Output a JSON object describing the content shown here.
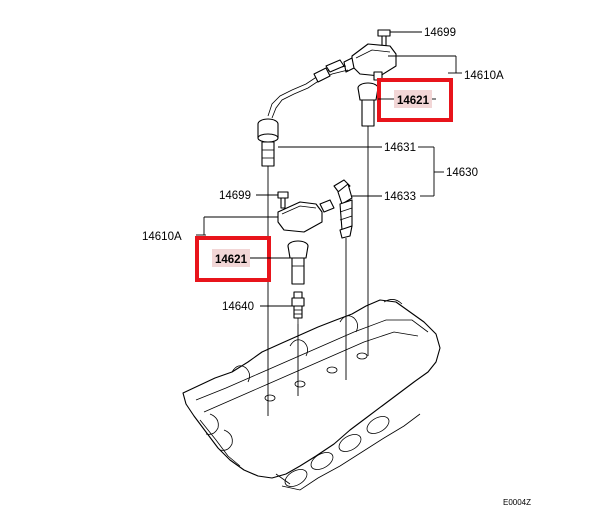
{
  "labels": {
    "bolt_top": "14699",
    "coil_top": "14610A",
    "boot_top": "14621",
    "cable_upper": "14631",
    "cable_assembly": "14630",
    "bolt_mid": "14699",
    "cable_lower": "14633",
    "coil_mid": "14610A",
    "boot_mid": "14621",
    "spark_plug": "14640",
    "diagram_code": "E0004Z"
  },
  "highlight_color": "#e8141b",
  "highlight_fill": "#f2d6d6"
}
